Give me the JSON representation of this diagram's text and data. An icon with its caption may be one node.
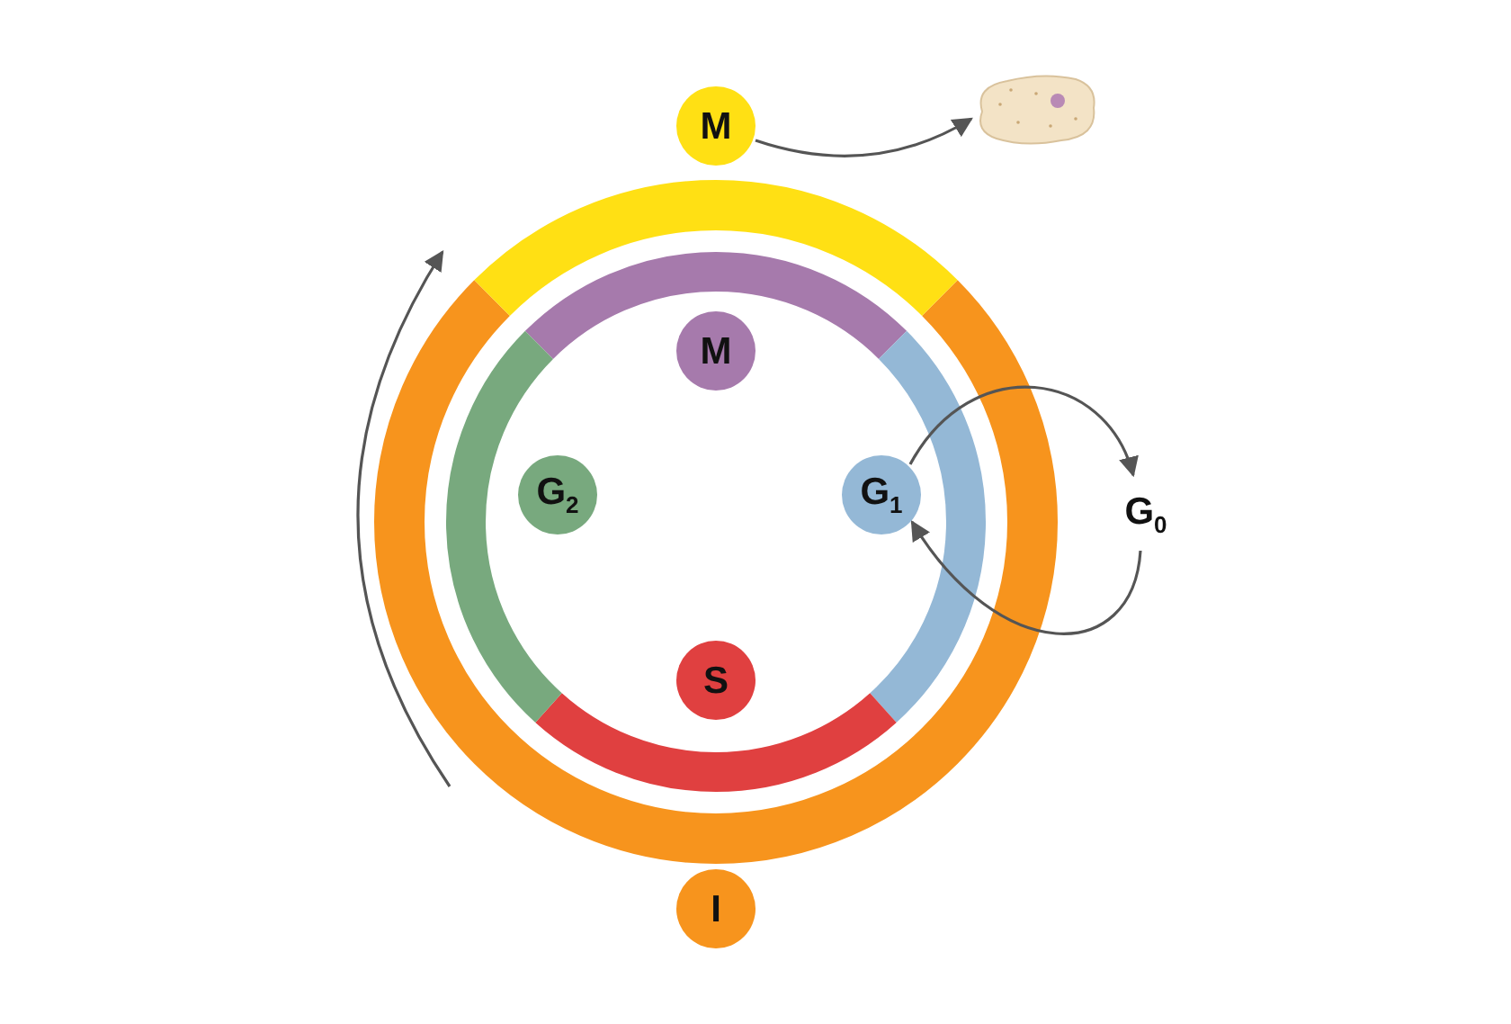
{
  "diagram": {
    "nodes": [
      {
        "text": [
          "M"
        ]
      },
      {
        "text": [],
        "shape": "picture"
      },
      {
        "text": [
          "M"
        ]
      },
      {
        "text": [
          "G$_{2}$"
        ]
      },
      {
        "text": [
          "G$_{1}$"
        ]
      },
      {
        "text": [
          "G$_{0}$"
        ]
      },
      {
        "text": [
          "S"
        ]
      },
      {
        "text": [
          "I"
        ]
      }
    ],
    "edges": [
      {
        "from": 0,
        "to": 1,
        "arrow": "to"
      },
      {
        "from": 4,
        "to": 5,
        "arrow": "to"
      },
      {
        "from": 5,
        "to": 4,
        "arrow": "to"
      }
    ]
  }
}
